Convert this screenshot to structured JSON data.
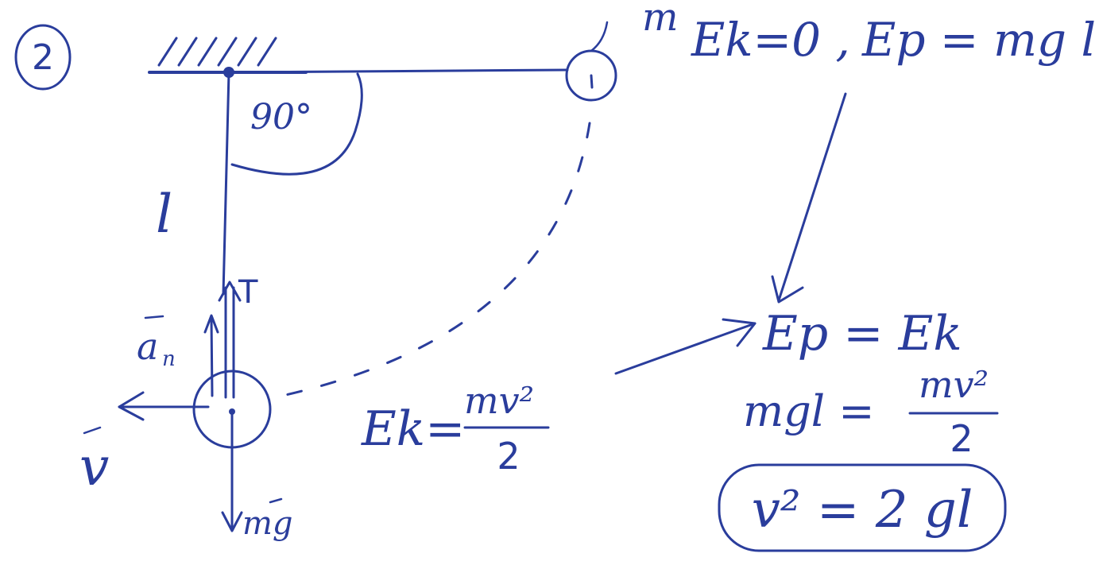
{
  "problem_number": "2",
  "mass_label": "m",
  "angle_label": "90°",
  "length_label": "l",
  "tension_label": "T",
  "accel_label": "a",
  "accel_subscript": "n",
  "velocity_label": "v",
  "gravity_label": "mg",
  "eq_top_left": "Ek=0 ,",
  "eq_top_right": "Ep = mg l",
  "eq_kinetic_lhs": "Ek=",
  "eq_kinetic_num": "mv²",
  "eq_kinetic_den": "2",
  "eq_balance": "Ep = Ek",
  "eq_mgl_lhs": "mgl =",
  "eq_mgl_num": "mv²",
  "eq_mgl_den": "2",
  "result": "v² = 2 gl",
  "ink_color": "#2a3d9c"
}
